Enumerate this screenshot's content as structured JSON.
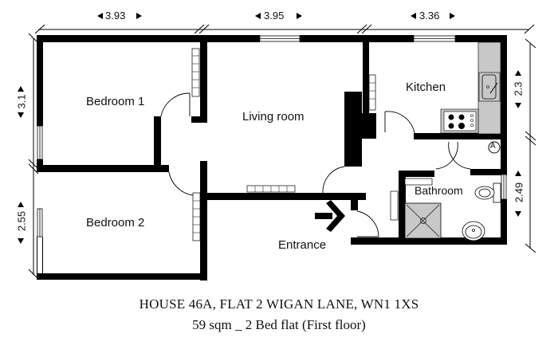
{
  "plan": {
    "rooms": [
      {
        "name": "Bedroom 1"
      },
      {
        "name": "Living room"
      },
      {
        "name": "Kitchen"
      },
      {
        "name": "Bedroom 2"
      },
      {
        "name": "Bathroom"
      },
      {
        "name": "Entrance"
      }
    ],
    "dimensions": {
      "top": [
        "3.93",
        "3.95",
        "3.36"
      ],
      "left": [
        "3.1",
        "2.55"
      ],
      "right": [
        "2.3",
        "2.49"
      ]
    },
    "markers": {
      "boiler": "A"
    },
    "colors": {
      "wall": "#000000",
      "fixture_fill": "#c8c8c8",
      "background": "#ffffff"
    }
  },
  "caption": {
    "address": "HOUSE 46A, FLAT 2 WIGAN LANE, WN1 1XS",
    "summary": "59 sqm _ 2 Bed flat (First floor)"
  }
}
